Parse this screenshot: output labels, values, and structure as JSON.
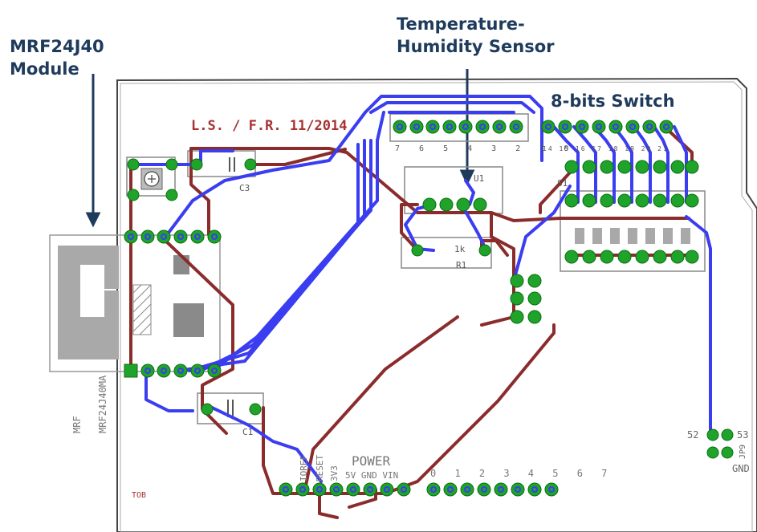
{
  "callouts": {
    "mrf_line1": "MRF24J40",
    "mrf_line2": "Module",
    "sensor_line1": "Temperature-",
    "sensor_line2": "Humidity Sensor",
    "switch": "8-bits Switch"
  },
  "board": {
    "credit": "L.S. / F.R. 11/2014",
    "mrf_label": "MRF",
    "mrf_part": "MRF24J40MA",
    "cap_top": "C3",
    "cap_bottom": "C1",
    "sensor_ref": "U1",
    "resistor_ref": "R1",
    "resistor_val": "1k",
    "switch_ref": "S1",
    "power_title": "POWER",
    "power_ioref": "IOREF",
    "power_reset": "RESET",
    "power_3v": "3V3",
    "power_pins": "5V GND VIN",
    "analog_pins": "0 1 2 3 4 5 6 7",
    "sensor_header_pins": "7 6 5 4 3 2 1 0",
    "switch_header_pins": "14 15 16 17 18 19 20 21",
    "conn_left": "52",
    "conn_right": "53",
    "conn_gnd": "GND",
    "conn_ref": "JP9",
    "top_mark": "TOB"
  },
  "colors": {
    "blue_trace": "#3a3df0",
    "red_trace": "#8b2c2c",
    "pad_green": "#1fa32a",
    "outline": "#707070",
    "callout_text": "#1f3b5c"
  }
}
